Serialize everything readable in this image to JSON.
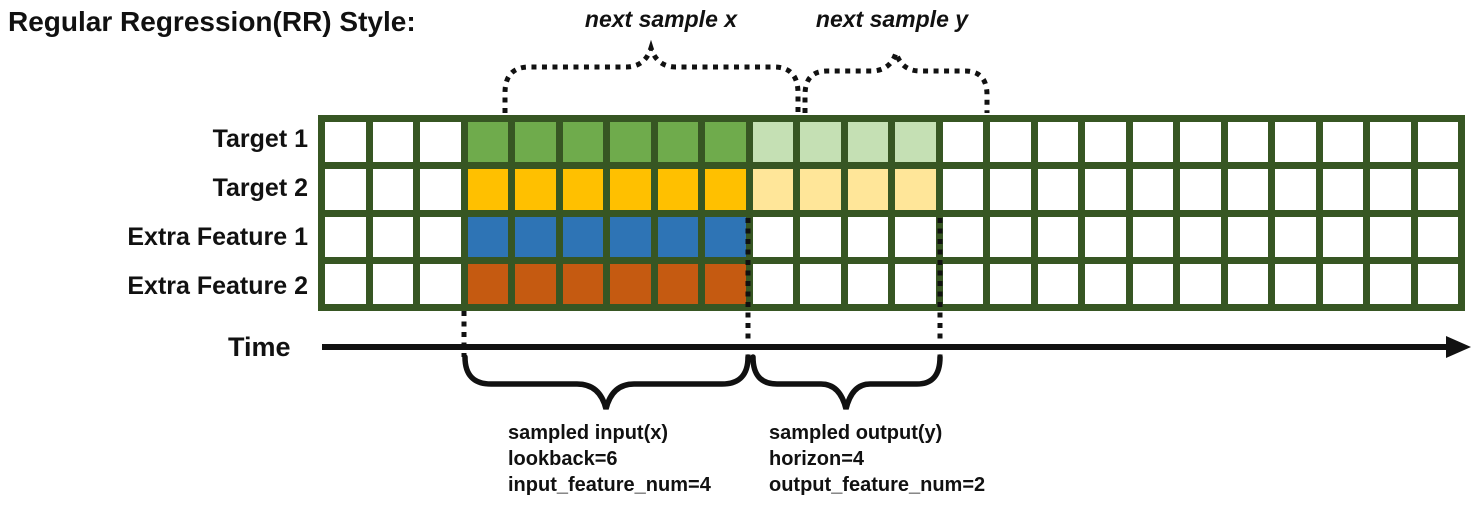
{
  "title": "Regular Regression(RR) Style:",
  "annotations": {
    "next_sample_x": "next sample x",
    "next_sample_y": "next sample y",
    "time_label": "Time",
    "sampled_input": [
      "sampled input(x)",
      "lookback=6",
      "input_feature_num=4"
    ],
    "sampled_output": [
      "sampled output(y)",
      "horizon=4",
      "output_feature_num=2"
    ]
  },
  "params": {
    "lookback": 6,
    "horizon": 4,
    "input_feature_num": 4,
    "output_feature_num": 2
  },
  "grid": {
    "columns": 24,
    "lead_empty_cols": 3,
    "input_cols": 6,
    "output_cols": 4,
    "border_color": "#375623",
    "empty_color": "#ffffff",
    "rows": [
      {
        "label": "Target 1",
        "type": "target",
        "input_color": "#6FAB4C",
        "output_color": "#C5E0B4"
      },
      {
        "label": "Target 2",
        "type": "target",
        "input_color": "#FFC000",
        "output_color": "#FFE699"
      },
      {
        "label": "Extra Feature 1",
        "type": "extra",
        "input_color": "#2E74B5",
        "output_color": null
      },
      {
        "label": "Extra Feature 2",
        "type": "extra",
        "input_color": "#C55A11",
        "output_color": null
      }
    ]
  },
  "colors": {
    "line": "#111111"
  }
}
